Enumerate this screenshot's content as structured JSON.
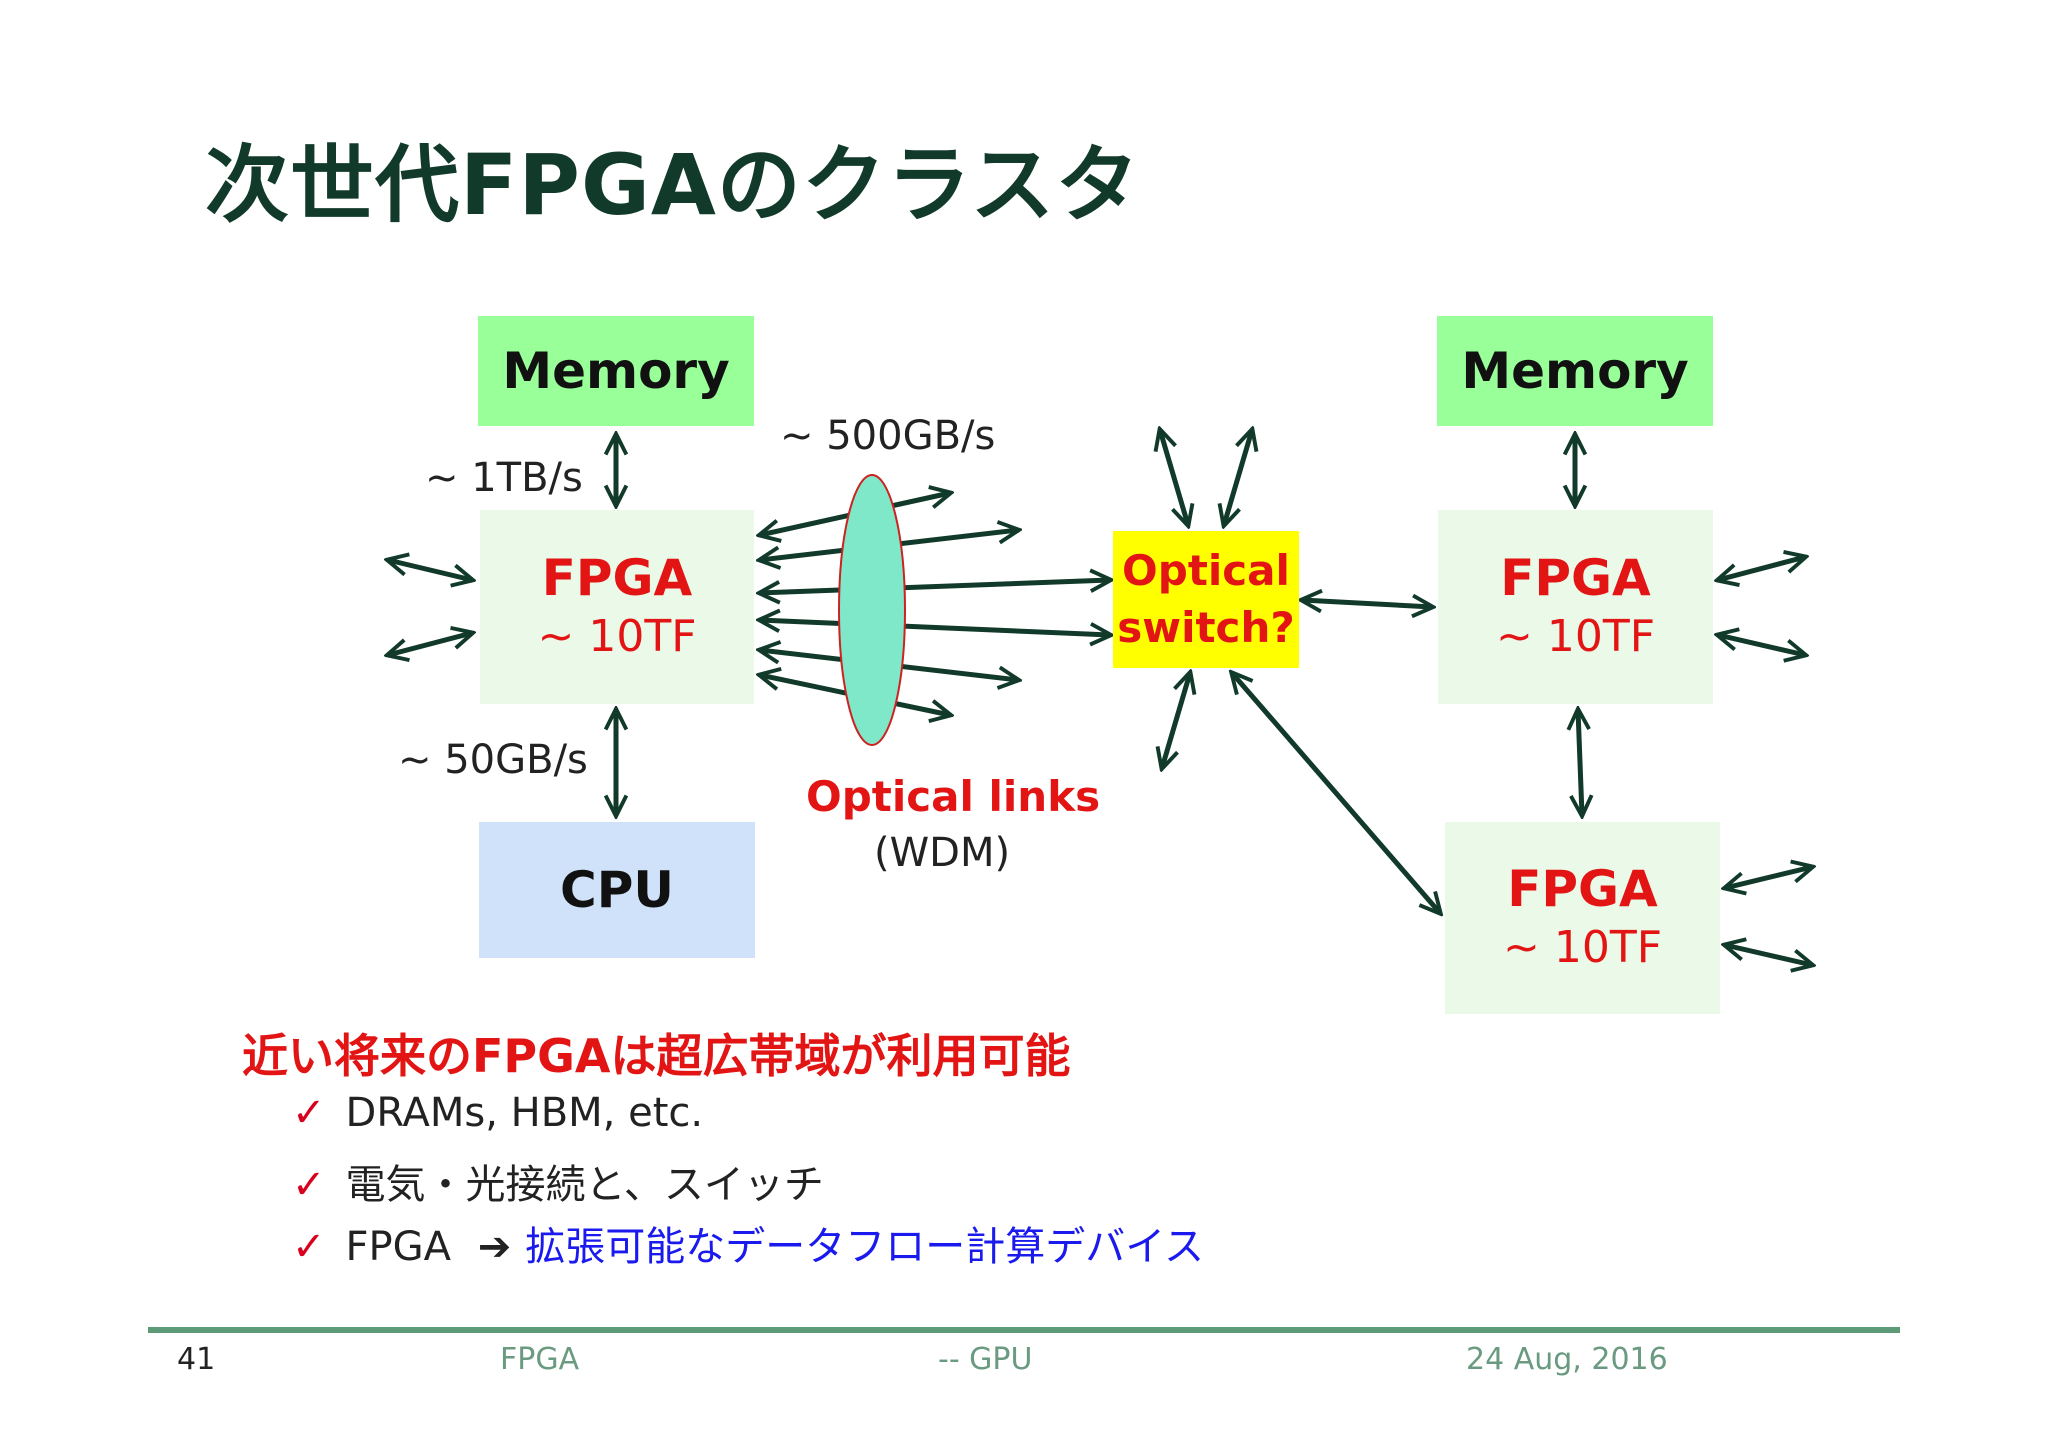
{
  "title": "次世代FPGAのクラスタ",
  "diagram": {
    "memory_left": "Memory",
    "memory_right": "Memory",
    "fpga_left": {
      "name": "FPGA",
      "perf": "~ 10TF"
    },
    "fpga_right_top": {
      "name": "FPGA",
      "perf": "~ 10TF"
    },
    "fpga_right_bottom": {
      "name": "FPGA",
      "perf": "~ 10TF"
    },
    "cpu": "CPU",
    "optical_switch": {
      "line1": "Optical",
      "line2": "switch?"
    },
    "bw_memory": "~ 1TB/s",
    "bw_optical": "~ 500GB/s",
    "bw_cpu": "~ 50GB/s",
    "optical_links_label": "Optical links",
    "optical_links_sub": "(WDM)",
    "colors": {
      "memory_fill": "#99ff99",
      "fpga_fill": "#eaf9e8",
      "cpu_fill": "#cfe2f9",
      "switch_fill": "#ffff00",
      "ellipse_fill": "#7fe8c8",
      "ellipse_stroke": "#cc2222",
      "arrow": "#123a2a",
      "accent_red": "#e21414"
    }
  },
  "heading": "近い将来のFPGAは超広帯域が利用可能",
  "bullets": [
    {
      "text": "DRAMs, HBM, etc."
    },
    {
      "text": "電気・光接続と、スイッチ"
    },
    {
      "prefix": "FPGA",
      "arrow": "➔",
      "highlight": "拡張可能なデータフロー計算デバイス"
    }
  ],
  "check_icon": "✓",
  "footer": {
    "page": "41",
    "left": "FPGA",
    "center": "-- GPU",
    "date": "24 Aug, 2016"
  }
}
